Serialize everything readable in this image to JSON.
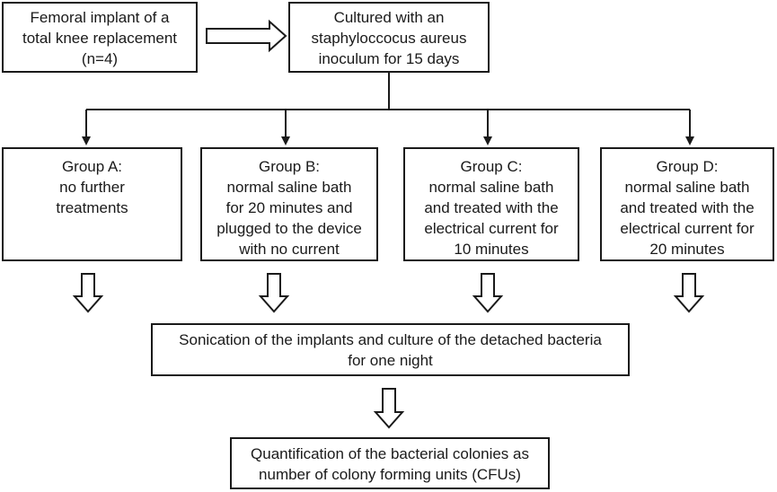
{
  "boxes": {
    "implant": {
      "lines": [
        "Femoral implant of a",
        "total knee replacement",
        "(n=4)"
      ]
    },
    "culture": {
      "lines": [
        "Cultured with an",
        "staphyloccocus aureus",
        "inoculum for 15 days"
      ]
    },
    "group_a": {
      "lines": [
        "Group A:",
        "no further",
        "treatments"
      ]
    },
    "group_b": {
      "lines": [
        "Group B:",
        "normal saline bath",
        "for 20 minutes and",
        "plugged to the device",
        "with no current"
      ]
    },
    "group_c": {
      "lines": [
        "Group C:",
        "normal saline bath",
        "and treated with the",
        "electrical current for",
        "10 minutes"
      ]
    },
    "group_d": {
      "lines": [
        "Group D:",
        "normal saline bath",
        "and treated with the",
        "electrical current for",
        "20 minutes"
      ]
    },
    "sonication": {
      "lines": [
        "Sonication of the implants and culture of the detached bacteria",
        "for one night"
      ]
    },
    "quantification": {
      "lines": [
        "Quantification of the bacterial colonies as",
        "number of colony forming units (CFUs)"
      ]
    }
  }
}
